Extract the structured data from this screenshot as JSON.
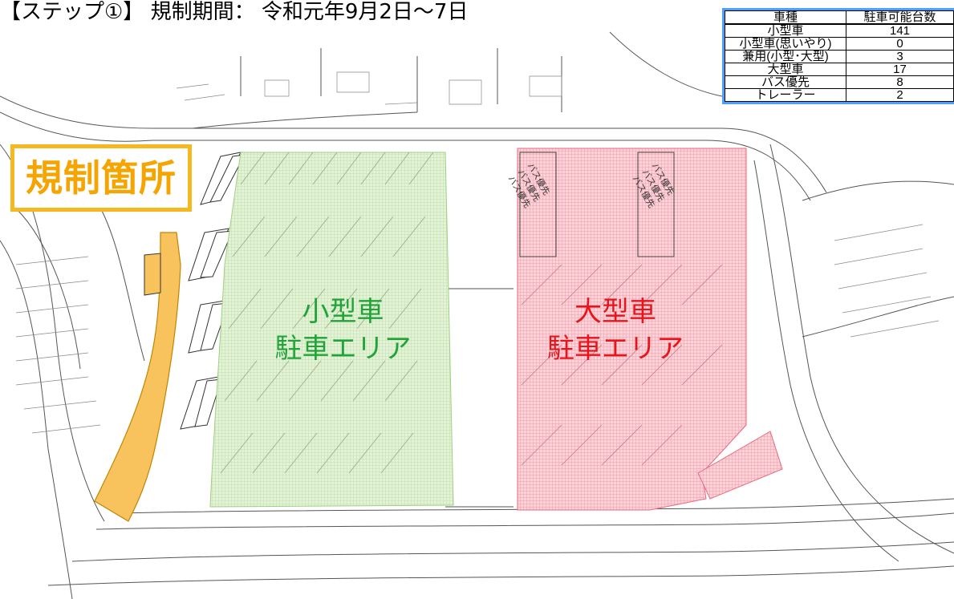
{
  "title": "【ステップ①】 規制期間： 令和元年9月2日～7日",
  "legend": {
    "headers": [
      "車種",
      "駐車可能台数"
    ],
    "rows": [
      {
        "type": "小型車",
        "count": "141"
      },
      {
        "type": "小型車(思いやり)",
        "count": "0"
      },
      {
        "type": "兼用(小型･大型)",
        "count": "3"
      },
      {
        "type": "大型車",
        "count": "17"
      },
      {
        "type": "バス優先",
        "count": "8"
      },
      {
        "type": "トレーラー",
        "count": "2"
      }
    ]
  },
  "regulated_area": {
    "label": "規制箇所",
    "color": "#f5b820"
  },
  "small_car_area": {
    "line1": "小型車",
    "line2": "駐車エリア",
    "color": "#21a33a"
  },
  "large_car_area": {
    "line1": "大型車",
    "line2": "駐車エリア",
    "color": "#e8141c"
  },
  "bus_priority_marks": [
    "バス優先",
    "バス優先",
    "バス優先",
    "バス優先",
    "バス優先",
    "バス優先"
  ],
  "small_car_hatch_color": "#bfe3a8",
  "large_car_hatch_color": "#f7a4b0"
}
